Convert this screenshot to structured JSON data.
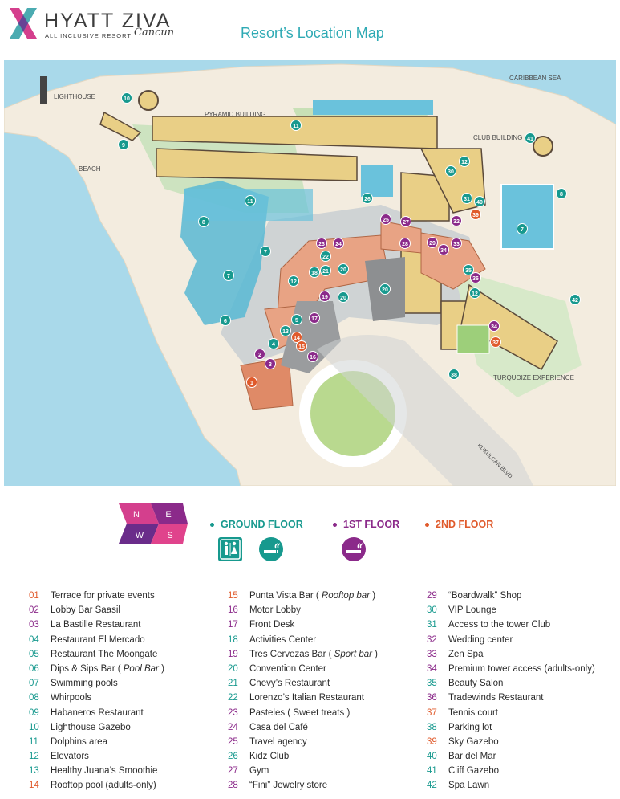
{
  "brand": {
    "name": "HYATT ZIVA",
    "tagline": "ALL INCLUSIVE RESORT",
    "location": "Cancun"
  },
  "page_title": "Resort’s Location Map",
  "map_labels": {
    "lighthouse": "LIGHTHOUSE",
    "beach": "BEACH",
    "pyramid": "PYRAMID BUILDING",
    "club": "CLUB BUILDING",
    "sea": "CARIBBEAN SEA",
    "turquoize": "TURQUOIZE EXPERIENCE",
    "road": "KUKULCAN BLVD."
  },
  "markers": [
    {
      "n": "10",
      "c": "teal"
    },
    {
      "n": "9",
      "c": "teal"
    },
    {
      "n": "11",
      "c": "teal"
    },
    {
      "n": "11",
      "c": "teal"
    },
    {
      "n": "8",
      "c": "teal"
    },
    {
      "n": "7",
      "c": "teal"
    },
    {
      "n": "7",
      "c": "teal"
    },
    {
      "n": "6",
      "c": "teal"
    },
    {
      "n": "26",
      "c": "teal"
    },
    {
      "n": "25",
      "c": "purple"
    },
    {
      "n": "27",
      "c": "purple"
    },
    {
      "n": "41",
      "c": "teal"
    },
    {
      "n": "12",
      "c": "teal"
    },
    {
      "n": "30",
      "c": "teal"
    },
    {
      "n": "31",
      "c": "teal"
    },
    {
      "n": "40",
      "c": "teal"
    },
    {
      "n": "32",
      "c": "purple"
    },
    {
      "n": "39",
      "c": "orange"
    },
    {
      "n": "7",
      "c": "teal"
    },
    {
      "n": "8",
      "c": "teal"
    },
    {
      "n": "23",
      "c": "purple"
    },
    {
      "n": "24",
      "c": "purple"
    },
    {
      "n": "28",
      "c": "purple"
    },
    {
      "n": "29",
      "c": "purple"
    },
    {
      "n": "33",
      "c": "purple"
    },
    {
      "n": "34",
      "c": "purple"
    },
    {
      "n": "22",
      "c": "teal"
    },
    {
      "n": "21",
      "c": "teal"
    },
    {
      "n": "20",
      "c": "teal"
    },
    {
      "n": "20",
      "c": "teal"
    },
    {
      "n": "20",
      "c": "teal"
    },
    {
      "n": "18",
      "c": "teal"
    },
    {
      "n": "12",
      "c": "teal"
    },
    {
      "n": "35",
      "c": "teal"
    },
    {
      "n": "36",
      "c": "purple"
    },
    {
      "n": "12",
      "c": "teal"
    },
    {
      "n": "42",
      "c": "teal"
    },
    {
      "n": "19",
      "c": "purple"
    },
    {
      "n": "17",
      "c": "purple"
    },
    {
      "n": "5",
      "c": "teal"
    },
    {
      "n": "13",
      "c": "teal"
    },
    {
      "n": "14",
      "c": "orange"
    },
    {
      "n": "15",
      "c": "orange"
    },
    {
      "n": "4",
      "c": "teal"
    },
    {
      "n": "2",
      "c": "purple"
    },
    {
      "n": "3",
      "c": "purple"
    },
    {
      "n": "16",
      "c": "purple"
    },
    {
      "n": "1",
      "c": "orange"
    },
    {
      "n": "34",
      "c": "purple"
    },
    {
      "n": "37",
      "c": "orange"
    },
    {
      "n": "38",
      "c": "teal"
    }
  ],
  "compass": {
    "n": "N",
    "e": "E",
    "w": "W",
    "s": "S"
  },
  "floors": {
    "ground": "GROUND FLOOR",
    "first": "1ST FLOOR",
    "second": "2ND FLOOR"
  },
  "colors": {
    "teal": "#17998e",
    "purple": "#8b2a8a",
    "orange": "#e05a2b",
    "title": "#2eaab4",
    "sea": "#a9d9ea",
    "sand": "#f3ecdf"
  },
  "legend": {
    "col1": [
      {
        "n": "01",
        "name": "Terrace for private events",
        "c": "orange"
      },
      {
        "n": "02",
        "name": "Lobby Bar Saasil",
        "c": "purple"
      },
      {
        "n": "03",
        "name": "La Bastille Restaurant",
        "c": "purple"
      },
      {
        "n": "04",
        "name": "Restaurant El Mercado",
        "c": "teal"
      },
      {
        "n": "05",
        "name": "Restaurant The Moongate",
        "c": "teal"
      },
      {
        "n": "06",
        "name": "Dips & Sips Bar",
        "italic": "Pool Bar",
        "c": "teal"
      },
      {
        "n": "07",
        "name": "Swimming pools",
        "c": "teal"
      },
      {
        "n": "08",
        "name": "Whirpools",
        "c": "teal"
      },
      {
        "n": "09",
        "name": "Habaneros Restaurant",
        "c": "teal"
      },
      {
        "n": "10",
        "name": "Lighthouse Gazebo",
        "c": "teal"
      },
      {
        "n": "11",
        "name": "Dolphins area",
        "c": "teal"
      },
      {
        "n": "12",
        "name": "Elevators",
        "c": "teal"
      },
      {
        "n": "13",
        "name": "Healthy Juana’s Smoothie",
        "c": "teal"
      },
      {
        "n": "14",
        "name": "Rooftop pool (adults-only)",
        "c": "orange"
      }
    ],
    "col2": [
      {
        "n": "15",
        "name": "Punta Vista Bar",
        "italic": "Rooftop bar",
        "c": "orange"
      },
      {
        "n": "16",
        "name": "Motor Lobby",
        "c": "purple"
      },
      {
        "n": "17",
        "name": "Front Desk",
        "c": "purple"
      },
      {
        "n": "18",
        "name": "Activities Center",
        "c": "teal"
      },
      {
        "n": "19",
        "name": "Tres Cervezas Bar",
        "italic": "Sport bar",
        "c": "purple"
      },
      {
        "n": "20",
        "name": "Convention Center",
        "c": "teal"
      },
      {
        "n": "21",
        "name": "Chevy’s Restaurant",
        "c": "teal"
      },
      {
        "n": "22",
        "name": "Lorenzo’s Italian Restaurant",
        "c": "teal"
      },
      {
        "n": "23",
        "name": "Pasteles ( Sweet treats )",
        "c": "purple"
      },
      {
        "n": "24",
        "name": "Casa del Café",
        "c": "purple"
      },
      {
        "n": "25",
        "name": "Travel agency",
        "c": "purple"
      },
      {
        "n": "26",
        "name": "Kidz Club",
        "c": "teal"
      },
      {
        "n": "27",
        "name": "Gym",
        "c": "purple"
      },
      {
        "n": "28",
        "name": "“Fini” Jewelry store",
        "c": "purple"
      }
    ],
    "col3": [
      {
        "n": "29",
        "name": "“Boardwalk” Shop",
        "c": "purple"
      },
      {
        "n": "30",
        "name": "VIP Lounge",
        "c": "teal"
      },
      {
        "n": "31",
        "name": "Access to the tower Club",
        "c": "teal"
      },
      {
        "n": "32",
        "name": "Wedding center",
        "c": "purple"
      },
      {
        "n": "33",
        "name": "Zen Spa",
        "c": "purple"
      },
      {
        "n": "34",
        "name": "Premium tower access (adults-only)",
        "c": "purple"
      },
      {
        "n": "35",
        "name": "Beauty Salon",
        "c": "teal"
      },
      {
        "n": "36",
        "name": "Tradewinds Restaurant",
        "c": "purple"
      },
      {
        "n": "37",
        "name": "Tennis court",
        "c": "orange"
      },
      {
        "n": "38",
        "name": "Parking lot",
        "c": "teal"
      },
      {
        "n": "39",
        "name": "Sky Gazebo",
        "c": "orange"
      },
      {
        "n": "40",
        "name": "Bar del Mar",
        "c": "teal"
      },
      {
        "n": "41",
        "name": "Cliff Gazebo",
        "c": "teal"
      },
      {
        "n": "42",
        "name": "Spa Lawn",
        "c": "teal"
      }
    ]
  }
}
